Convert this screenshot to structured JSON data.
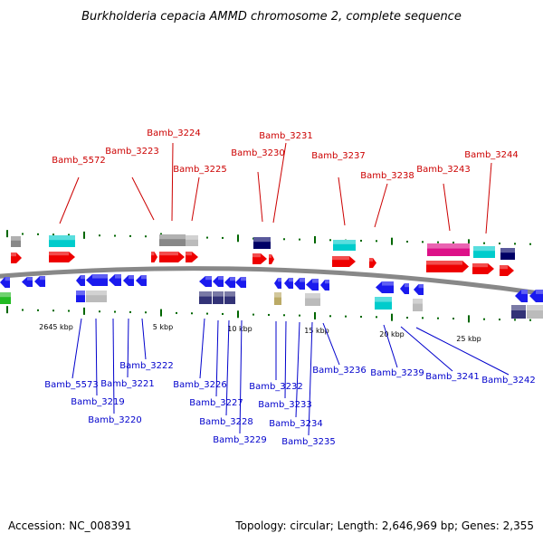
{
  "title": "Burkholderia cepacia AMMD chromosome 2, complete sequence",
  "footer": {
    "accession": "Accession: NC_008391",
    "summary": "Topology: circular; Length: 2,646,969 bp; Genes: 2,355"
  },
  "colors": {
    "forward_label": "#cc0000",
    "reverse_label": "#0000cc",
    "backbone": "#888888",
    "tick": "#006600",
    "red_gene": "#ee0000",
    "blue_gene": "#1a1aee",
    "cyan_gene": "#00cccc",
    "gray_gene": "#888888",
    "lightgray_gene": "#bbbbbb",
    "navy_gene": "#000066",
    "pink_gene": "#dd1188",
    "indigo_gene": "#333377",
    "khaki_gene": "#bbaa66",
    "green_gene": "#22bb22"
  },
  "scale_labels": [
    "2645 kbp",
    "5 kbp",
    "10 kbp",
    "15 kbp",
    "20 kbp",
    "25 kbp"
  ],
  "forward_labels": [
    "Bamb_5572",
    "Bamb_3223",
    "Bamb_3224",
    "Bamb_3225",
    "Bamb_3230",
    "Bamb_3231",
    "Bamb_3237",
    "Bamb_3238",
    "Bamb_3243",
    "Bamb_3244"
  ],
  "reverse_labels": [
    "Bamb_5573",
    "Bamb_3219",
    "Bamb_3220",
    "Bamb_3221",
    "Bamb_3222",
    "Bamb_3226",
    "Bamb_3227",
    "Bamb_3228",
    "Bamb_3229",
    "Bamb_3232",
    "Bamb_3233",
    "Bamb_3234",
    "Bamb_3235",
    "Bamb_3236",
    "Bamb_3239",
    "Bamb_3241",
    "Bamb_3242"
  ]
}
